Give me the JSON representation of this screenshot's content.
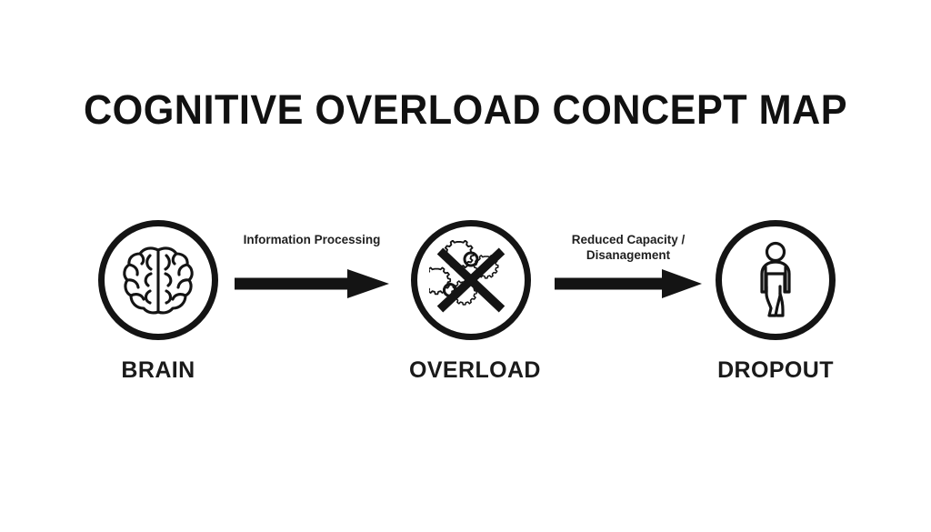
{
  "page": {
    "title": "COGNITIVE OVERLOAD CONCEPT MAP",
    "background_color": "#ffffff",
    "ink_color": "#141414"
  },
  "nodes": [
    {
      "id": "brain",
      "label": "BRAIN",
      "icon": "brain-icon"
    },
    {
      "id": "overload",
      "label": "OVERLOAD",
      "icon": "crossed-out-gears-icon"
    },
    {
      "id": "dropout",
      "label": "DROPOUT",
      "icon": "person-walking-icon"
    }
  ],
  "connectors": [
    {
      "id": "brain-to-overload",
      "label_lines": [
        "Information Processing"
      ],
      "label_line_1": "Information Processing",
      "label_line_2": "",
      "icon": "arrow-right-icon"
    },
    {
      "id": "overload-to-dropout",
      "label_lines": [
        "Reduced Capacity /",
        "Disanagement"
      ],
      "label_line_1": "Reduced Capacity /",
      "label_line_2": "Disanagement",
      "icon": "arrow-right-icon"
    }
  ]
}
